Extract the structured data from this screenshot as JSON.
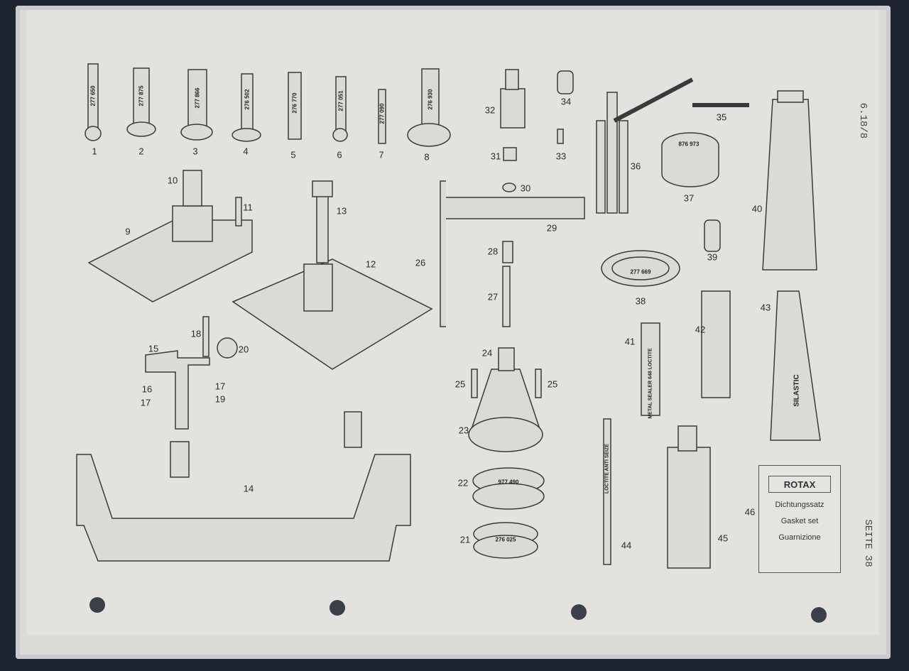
{
  "page": {
    "doc_code": "6.18/8",
    "page_label": "SEITE 38"
  },
  "items": [
    {
      "n": "1",
      "pn": "277 650"
    },
    {
      "n": "2",
      "pn": "277 875"
    },
    {
      "n": "3",
      "pn": "277 866"
    },
    {
      "n": "4",
      "pn": "276 502"
    },
    {
      "n": "5",
      "pn": "276 770"
    },
    {
      "n": "6",
      "pn": "277 051"
    },
    {
      "n": "7",
      "pn": "277 090"
    },
    {
      "n": "8",
      "pn": "276 930"
    }
  ],
  "callouts": [
    "9",
    "10",
    "11",
    "12",
    "13",
    "14",
    "15",
    "16",
    "17",
    "17",
    "18",
    "19",
    "20",
    "21",
    "22",
    "23",
    "24",
    "25",
    "25",
    "26",
    "27",
    "28",
    "29",
    "30",
    "31",
    "32",
    "33",
    "34",
    "35",
    "36",
    "37",
    "38",
    "39",
    "40",
    "41",
    "42",
    "43",
    "44",
    "45",
    "46"
  ],
  "ring_numbers": {
    "r37": "876 973",
    "r38": "277 669",
    "r22": "977 490",
    "r21": "276 025"
  },
  "products": {
    "p41": "METAL SEALER 648 LOCTITE",
    "p43": "SILASTIC",
    "p44": "LOCTITE ANTI SEIZE"
  },
  "gasket_set": {
    "brand": "ROTAX",
    "de": "Dichtungssatz",
    "en": "Gasket set",
    "it": "Guarnizione"
  }
}
